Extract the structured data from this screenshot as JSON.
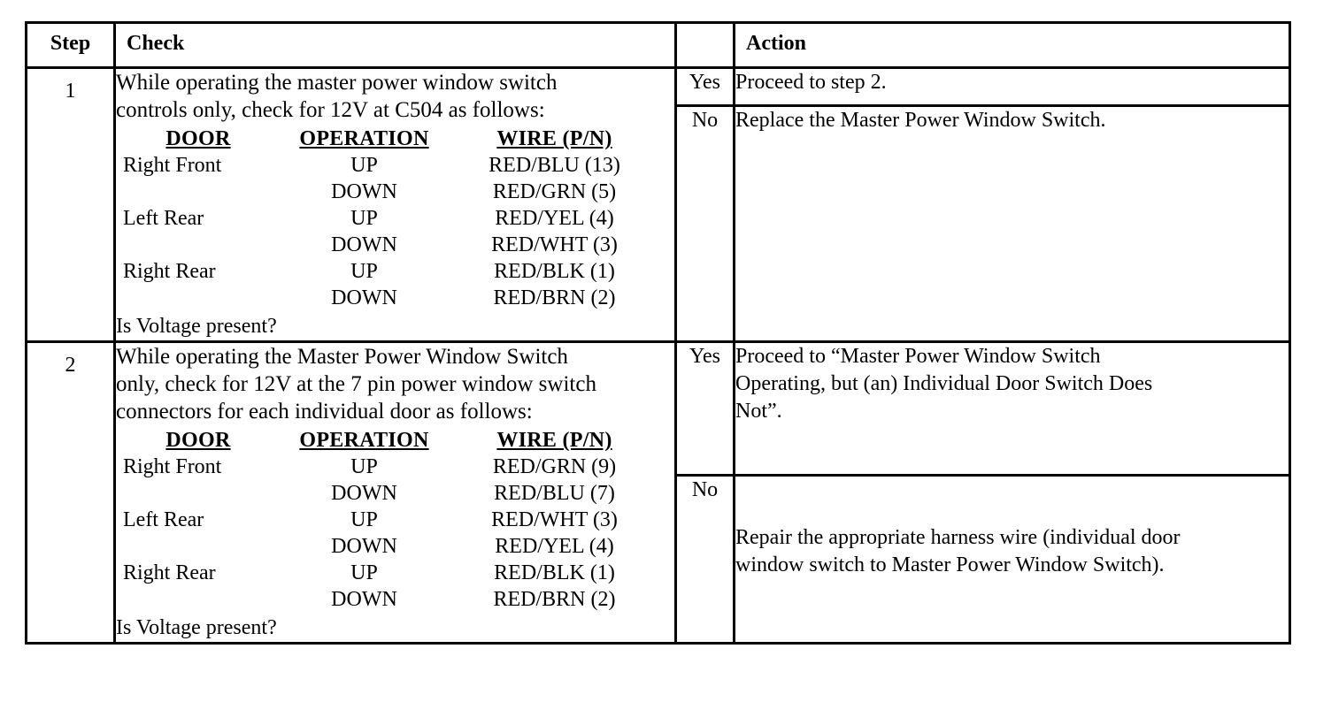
{
  "document": {
    "type": "diagnostic-procedure-table"
  },
  "table": {
    "headers": {
      "step": "Step",
      "check": "Check",
      "yesno": "",
      "action": "Action"
    },
    "wire_columns": {
      "door": "DOOR",
      "operation": "OPERATION",
      "wire": "WIRE (P/N)"
    },
    "rows": [
      {
        "step": "1",
        "check": {
          "intro_lines": [
            "While operating the master power window switch",
            "controls only, check for 12V at C504 as follows:"
          ],
          "wires": [
            {
              "door": "Right Front",
              "operation": "UP",
              "wire": "RED/BLU (13)"
            },
            {
              "door": "",
              "operation": "DOWN",
              "wire": "RED/GRN (5)"
            },
            {
              "door": "Left Rear",
              "operation": "UP",
              "wire": "RED/YEL (4)"
            },
            {
              "door": "",
              "operation": "DOWN",
              "wire": "RED/WHT (3)"
            },
            {
              "door": "Right Rear",
              "operation": "UP",
              "wire": "RED/BLK (1)"
            },
            {
              "door": "",
              "operation": "DOWN",
              "wire": "RED/BRN (2)"
            }
          ],
          "question": "Is Voltage present?"
        },
        "outcomes": [
          {
            "label": "Yes",
            "action_lines": [
              "Proceed to step 2."
            ]
          },
          {
            "label": "No",
            "action_lines": [
              "Replace the Master Power Window Switch."
            ]
          }
        ]
      },
      {
        "step": "2",
        "check": {
          "intro_lines": [
            "While operating the Master Power Window Switch",
            "only, check for 12V at the 7 pin power window switch",
            "connectors for each individual door as follows:"
          ],
          "wires": [
            {
              "door": "Right Front",
              "operation": "UP",
              "wire": "RED/GRN (9)"
            },
            {
              "door": "",
              "operation": "DOWN",
              "wire": "RED/BLU (7)"
            },
            {
              "door": "Left Rear",
              "operation": "UP",
              "wire": "RED/WHT (3)"
            },
            {
              "door": "",
              "operation": "DOWN",
              "wire": "RED/YEL (4)"
            },
            {
              "door": "Right Rear",
              "operation": "UP",
              "wire": "RED/BLK (1)"
            },
            {
              "door": "",
              "operation": "DOWN",
              "wire": "RED/BRN (2)"
            }
          ],
          "question": "Is Voltage present?"
        },
        "outcomes": [
          {
            "label": "Yes",
            "action_lines": [
              "Proceed to “Master Power Window Switch",
              "Operating, but (an) Individual Door Switch Does",
              "Not”."
            ]
          },
          {
            "label": "No",
            "action_lines": [
              "Repair the appropriate harness wire (individual door",
              "window switch to Master Power Window Switch)."
            ]
          }
        ]
      }
    ]
  }
}
